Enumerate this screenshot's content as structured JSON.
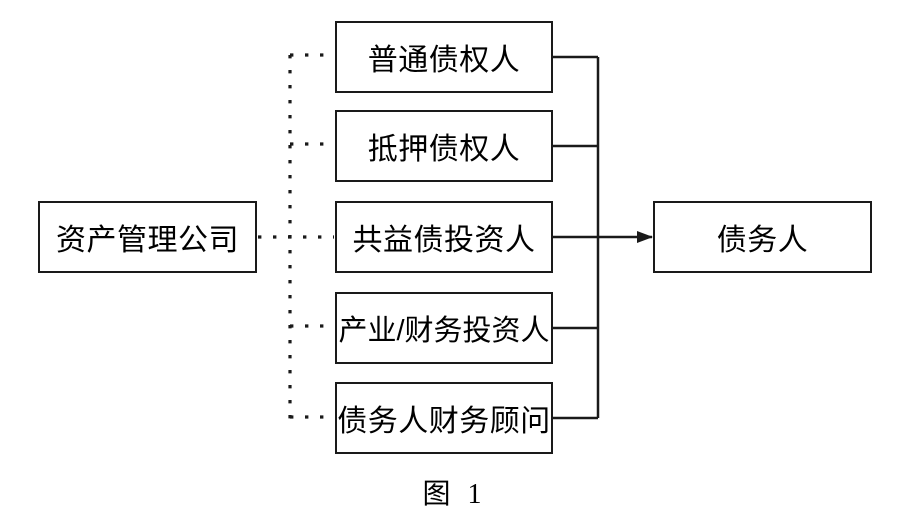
{
  "diagram": {
    "background_color": "#ffffff",
    "line_color": "#1a1a1a",
    "nodes": {
      "source": {
        "label": "资产管理公司"
      },
      "intermediaries": [
        {
          "label": "普通债权人"
        },
        {
          "label": "抵押债权人"
        },
        {
          "label": "共益债投资人"
        },
        {
          "label": "产业/财务投资人"
        },
        {
          "label": "债务人财务顾问"
        }
      ],
      "target": {
        "label": "债务人"
      }
    },
    "edges": [
      {
        "from": "source",
        "to": "every-intermediary",
        "style": "dotted",
        "arrow": false
      },
      {
        "from": "every-intermediary",
        "to": "target",
        "style": "solid",
        "arrow": true
      }
    ],
    "caption": "图 1"
  }
}
